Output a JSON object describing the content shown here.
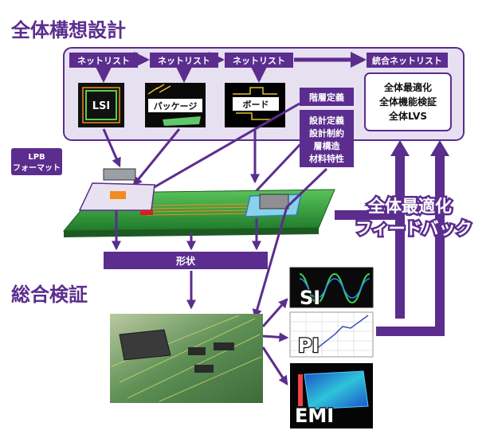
{
  "title_design": "全体構想設計",
  "title_verify": "総合検証",
  "netlists": [
    "ネットリスト",
    "ネットリスト",
    "ネットリスト"
  ],
  "integrated_netlist": "統合ネットリスト",
  "components": {
    "lsi": "LSI",
    "package": "パッケージ",
    "board": "ボード"
  },
  "hierarchy_label": "階層定義",
  "design_items": [
    "設計定義",
    "設計制約",
    "層構造",
    "材料特性"
  ],
  "optimization_items": [
    "全体最適化",
    "全体機能検証",
    "全体LVS"
  ],
  "lpb_format": [
    "LPB",
    "フォーマット"
  ],
  "shape_label": "形状",
  "feedback": [
    "全体最適化",
    "フィードバック"
  ],
  "analyses": {
    "si": "SI",
    "pi": "PI",
    "emi": "EMI"
  },
  "colors": {
    "purple": "#5b2d8e",
    "panel": "#e7e0f1",
    "pcb": "#2f9b3a",
    "accent": "#f28c1e"
  }
}
